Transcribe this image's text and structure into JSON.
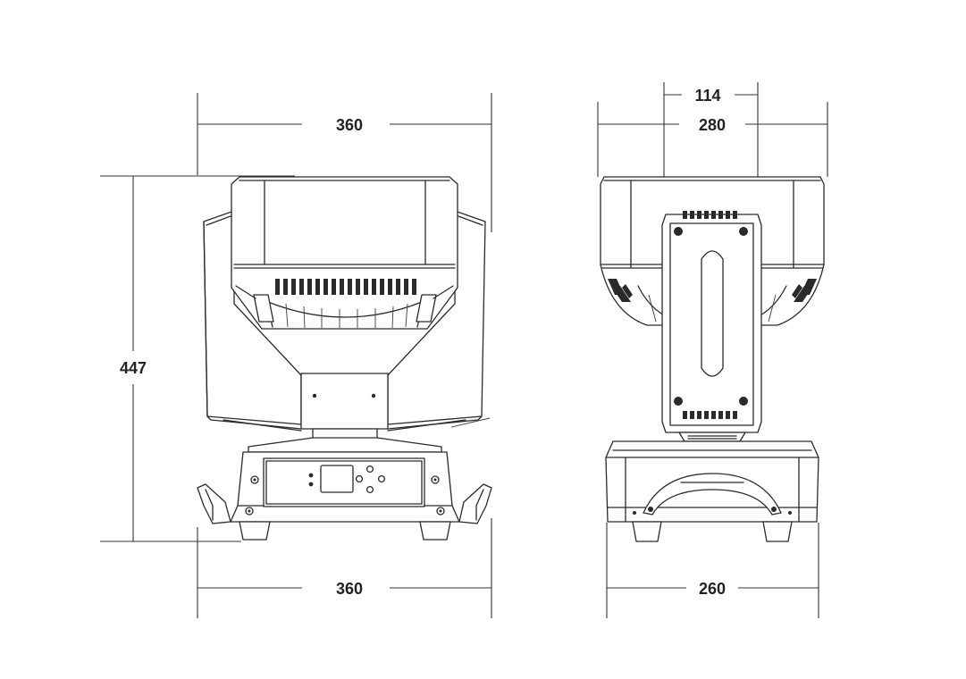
{
  "dimensions": {
    "front_width_top": "360",
    "front_width_bottom": "360",
    "front_height": "447",
    "side_head_width": "280",
    "side_arm_width": "114",
    "side_base_width": "260"
  },
  "colors": {
    "line": "#2a2a2a",
    "background": "#ffffff"
  }
}
